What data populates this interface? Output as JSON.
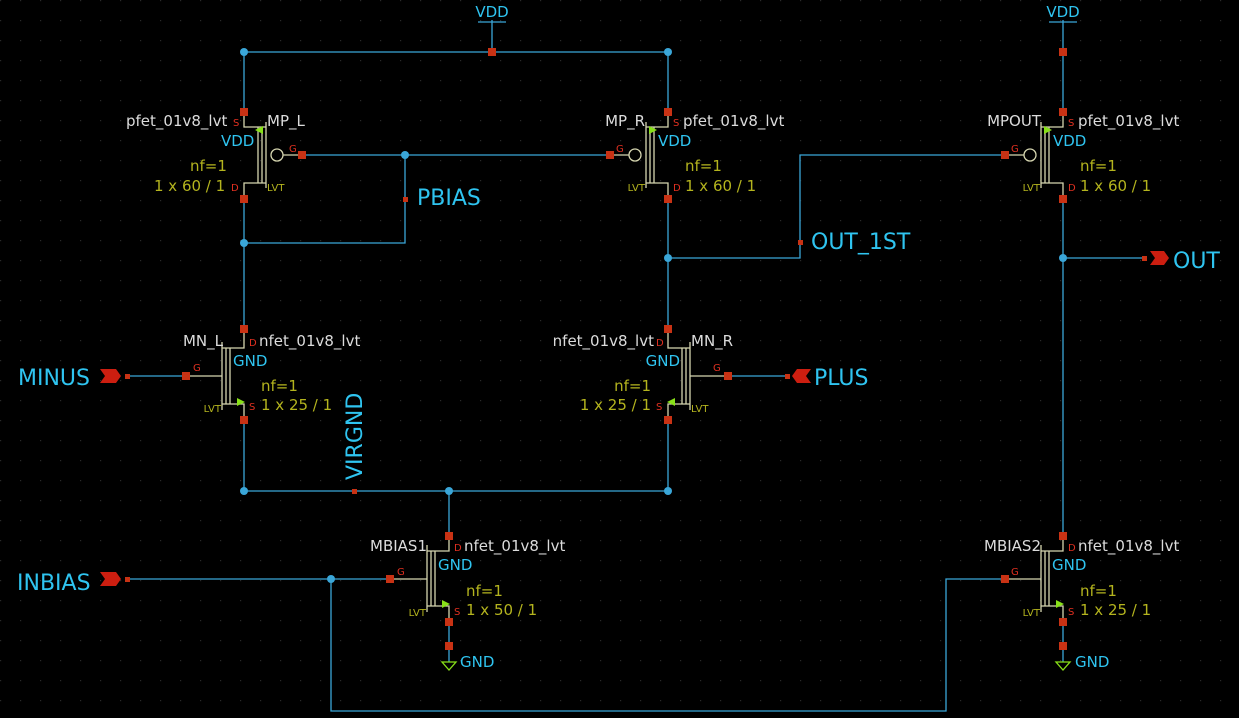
{
  "colors": {
    "background": "#000000",
    "grid": "#1a1a1a",
    "wire": "#3aa6d8",
    "net_label": "#2fc4f0",
    "pin": "#c83214",
    "device_body": "#d6d6b0",
    "device_param": "#b4b41e",
    "model_name": "#dcdcdc",
    "terminal_letter": "#e03020",
    "arrow": "#88e018",
    "port": "#cc1e10"
  },
  "supplies": {
    "vdd_left": "VDD",
    "vdd_right": "VDD",
    "gnd_bias1": "GND",
    "gnd_bias2": "GND"
  },
  "terminals": {
    "source": "S",
    "drain": "D",
    "gate": "G"
  },
  "devices": {
    "mp_l": {
      "name": "MP_L",
      "model": "pfet_01v8_lvt",
      "bulk": "VDD",
      "nf": "nf=1",
      "size": "1 x 60 / 1",
      "flavor": "LVT"
    },
    "mp_r": {
      "name": "MP_R",
      "model": "pfet_01v8_lvt",
      "bulk": "VDD",
      "nf": "nf=1",
      "size": "1 x 60 / 1",
      "flavor": "LVT"
    },
    "mpout": {
      "name": "MPOUT",
      "model": "pfet_01v8_lvt",
      "bulk": "VDD",
      "nf": "nf=1",
      "size": "1 x 60 / 1",
      "flavor": "LVT"
    },
    "mn_l": {
      "name": "MN_L",
      "model": "nfet_01v8_lvt",
      "bulk": "GND",
      "nf": "nf=1",
      "size": "1 x 25 / 1",
      "flavor": "LVT"
    },
    "mn_r": {
      "name": "MN_R",
      "model": "nfet_01v8_lvt",
      "bulk": "GND",
      "nf": "nf=1",
      "size": "1 x 25 / 1",
      "flavor": "LVT"
    },
    "mbias1": {
      "name": "MBIAS1",
      "model": "nfet_01v8_lvt",
      "bulk": "GND",
      "nf": "nf=1",
      "size": "1 x 50 / 1",
      "flavor": "LVT"
    },
    "mbias2": {
      "name": "MBIAS2",
      "model": "nfet_01v8_lvt",
      "bulk": "GND",
      "nf": "nf=1",
      "size": "1 x 25 / 1",
      "flavor": "LVT"
    }
  },
  "nets": {
    "pbias": "PBIAS",
    "out_1st": "OUT_1ST",
    "virgnd": "VIRGND"
  },
  "ports": {
    "minus": "MINUS",
    "plus": "PLUS",
    "inbias": "INBIAS",
    "out": "OUT"
  }
}
